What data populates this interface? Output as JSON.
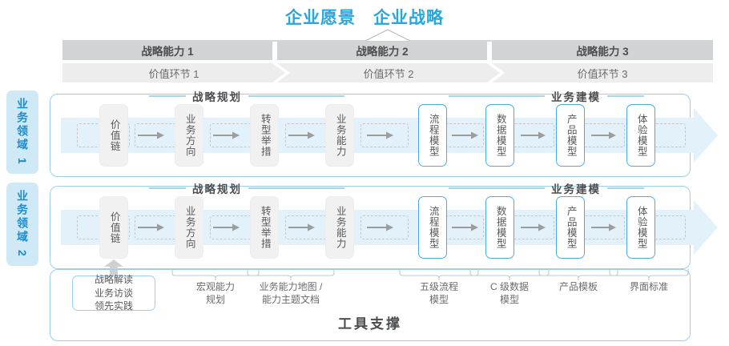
{
  "title": {
    "vision": "企业愿景",
    "strategy": "企业战略"
  },
  "capability_bands": [
    {
      "label": "战略能力 1"
    },
    {
      "label": "战略能力 2"
    },
    {
      "label": "战略能力 3"
    }
  ],
  "value_bands": [
    {
      "label": "价值环节 1"
    },
    {
      "label": "价值环节 2"
    },
    {
      "label": "价值环节 3"
    }
  ],
  "domains": [
    {
      "label": "业务领域 1"
    },
    {
      "label": "业务领域 2"
    }
  ],
  "sections": {
    "planning": "战略规划",
    "modeling": "业务建模"
  },
  "nodes": {
    "planning": [
      {
        "label": "价值链"
      },
      {
        "label": "业务方向"
      },
      {
        "label": "转型举措"
      },
      {
        "label": "业务能力"
      }
    ],
    "modeling": [
      {
        "label": "流程模型"
      },
      {
        "label": "数据模型"
      },
      {
        "label": "产品模型"
      },
      {
        "label": "体验模型"
      }
    ]
  },
  "annotations": {
    "tools_box": [
      "战略解读",
      "业务访谈",
      "领先实践"
    ],
    "items": [
      {
        "line1": "宏观能力",
        "line2": "规划"
      },
      {
        "line1": "业务能力地图 /",
        "line2": "能力主题文档"
      },
      {
        "line1": "五级流程",
        "line2": "模型"
      },
      {
        "line1": "C 级数据",
        "line2": "模型"
      },
      {
        "line1": "产品模板",
        "line2": ""
      },
      {
        "line1": "界面标准",
        "line2": ""
      }
    ]
  },
  "footer": {
    "tool_support": "工具支撑"
  },
  "colors": {
    "accent_blue": "#27a6e0",
    "node_border_blue": "#4cace0",
    "band_dark_gray": "#d2d3d4",
    "band_light_gray": "#ededee",
    "flow_band_blue": "#e3f1fa",
    "domain_label_bg": "#cfe9f7",
    "text_gray": "#58595b"
  }
}
